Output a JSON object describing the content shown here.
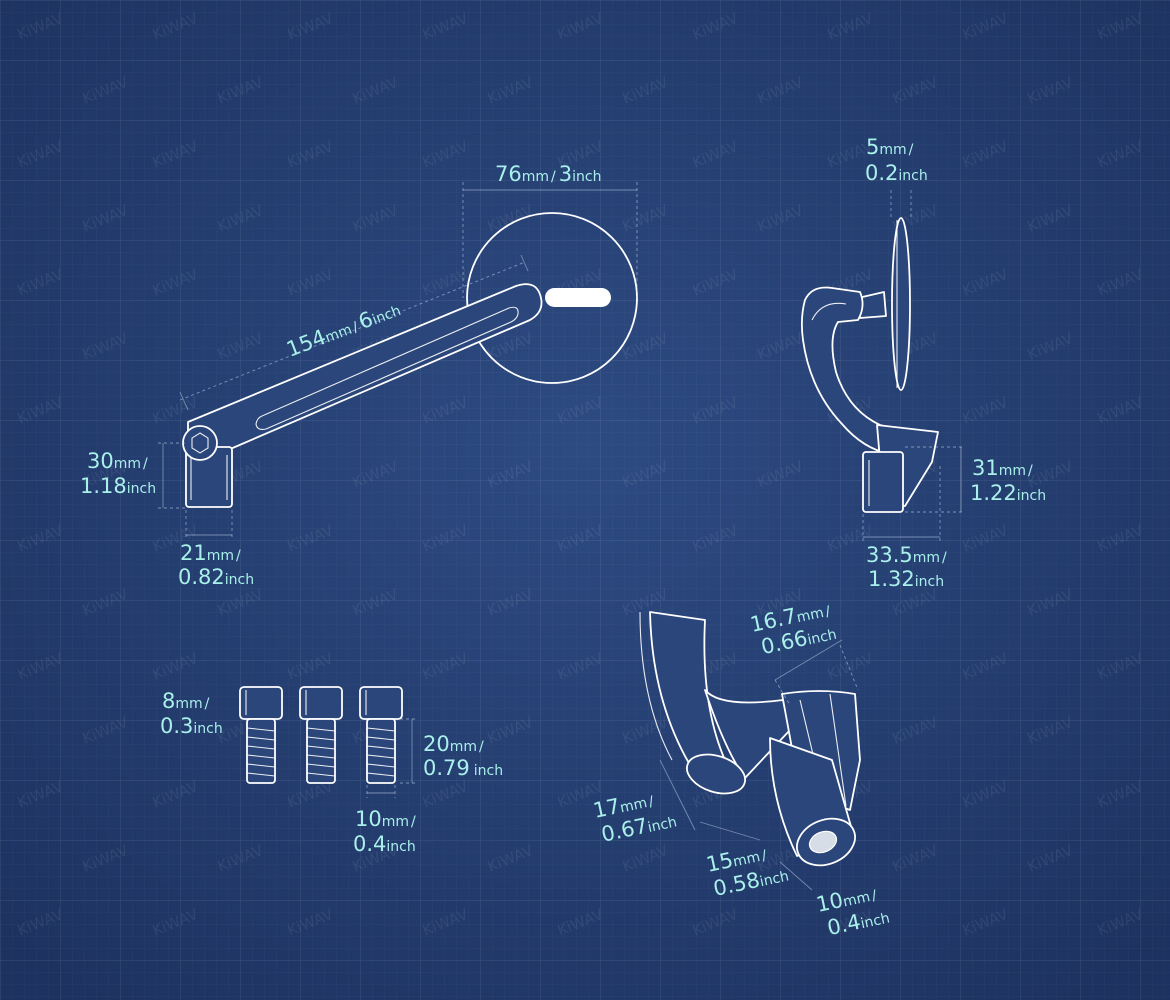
{
  "watermark": "KiWAV",
  "colors": {
    "background": "#223b6b",
    "line": "#ffffff",
    "dimension_text": "#a9f0ea"
  },
  "dimensions": {
    "mirror_diameter": {
      "mm": "76",
      "mm_unit": "mm",
      "inch": "3",
      "inch_unit": "inch"
    },
    "arm_length": {
      "mm": "154",
      "mm_unit": "mm",
      "inch": "6",
      "inch_unit": "inch"
    },
    "base_height": {
      "mm": "30",
      "mm_unit": "mm",
      "inch": "1.18",
      "inch_unit": "inch"
    },
    "base_width": {
      "mm": "21",
      "mm_unit": "mm",
      "inch": "0.82",
      "inch_unit": "inch"
    },
    "mirror_thickness": {
      "mm": "5",
      "mm_unit": "mm",
      "inch": "0.2",
      "inch_unit": "inch"
    },
    "side_height": {
      "mm": "31",
      "mm_unit": "mm",
      "inch": "1.22",
      "inch_unit": "inch"
    },
    "side_width": {
      "mm": "33.5",
      "mm_unit": "mm",
      "inch": "1.32",
      "inch_unit": "inch"
    },
    "bolt_head": {
      "mm": "8",
      "mm_unit": "mm",
      "inch": "0.3",
      "inch_unit": "inch"
    },
    "bolt_length": {
      "mm": "20",
      "mm_unit": "mm",
      "inch": "0.79",
      "inch_unit": "inch"
    },
    "bolt_diameter": {
      "mm": "10",
      "mm_unit": "mm",
      "inch": "0.4",
      "inch_unit": "inch"
    },
    "mount_top": {
      "mm": "16.7",
      "mm_unit": "mm",
      "inch": "0.66",
      "inch_unit": "inch"
    },
    "mount_outer": {
      "mm": "17",
      "mm_unit": "mm",
      "inch": "0.67",
      "inch_unit": "inch"
    },
    "mount_hole": {
      "mm": "15",
      "mm_unit": "mm",
      "inch": "0.58",
      "inch_unit": "inch"
    },
    "mount_bore": {
      "mm": "10",
      "mm_unit": "mm",
      "inch": "0.4",
      "inch_unit": "inch"
    }
  }
}
